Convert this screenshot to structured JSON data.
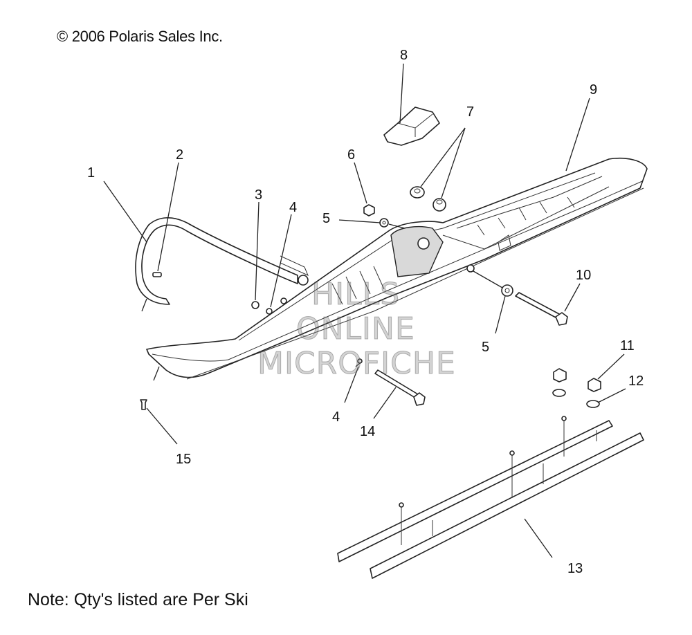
{
  "header": {
    "copyright": "© 2006 Polaris Sales Inc."
  },
  "footer": {
    "note": "Note: Qty's listed are Per Ski"
  },
  "watermark": {
    "line1": "HILLS",
    "line2": "ONLINE",
    "line3": "MICROFICHE"
  },
  "callouts": {
    "c1": "1",
    "c2": "2",
    "c3": "3",
    "c4a": "4",
    "c4b": "4",
    "c5a": "5",
    "c5b": "5",
    "c6": "6",
    "c7": "7",
    "c8": "8",
    "c9": "9",
    "c10": "10",
    "c11": "11",
    "c12": "12",
    "c13": "13",
    "c14": "14",
    "c15": "15"
  },
  "parts": {
    "p1": "ski-loop-handle",
    "p2": "rivet",
    "p3": "nut",
    "p4": "washer",
    "p5": "washer",
    "p6": "nut",
    "p7": "bushing",
    "p8": "spindle-stop-block",
    "p9": "ski-body",
    "p10": "bolt",
    "p11": "lock-nut",
    "p12": "washer",
    "p13": "carbide-wear-bar",
    "p14": "bolt",
    "p15": "rivet"
  }
}
